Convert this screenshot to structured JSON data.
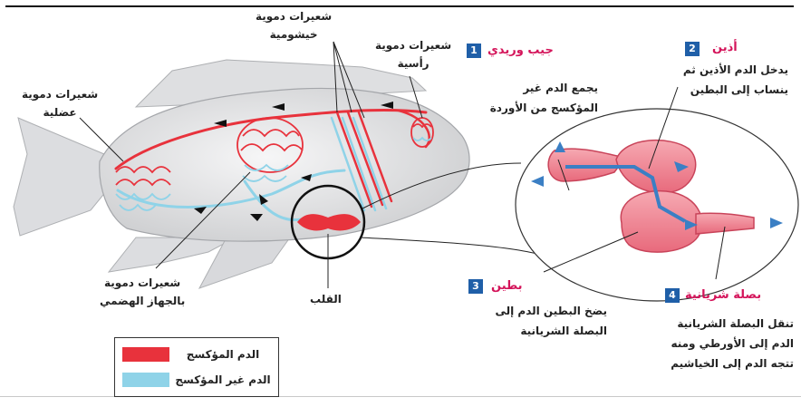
{
  "labels": {
    "muscle_capillaries": [
      "شعيرات دموية",
      "عضلية"
    ],
    "gill_capillaries": [
      "شعيرات دموية",
      "خيشومية"
    ],
    "head_capillaries": [
      "شعيرات دموية",
      "رأسية"
    ],
    "digestive_capillaries": [
      "شعيرات دموية",
      "بالجهاز الهضمي"
    ],
    "heart": "القلب"
  },
  "steps": [
    {
      "number": "1",
      "title": "جيب وريدي",
      "lines": [
        "يجمع الدم غير",
        "المؤكسج من الأوردة"
      ]
    },
    {
      "number": "2",
      "title": "أذين",
      "lines": [
        "يدخل الدم الأذين ثم",
        "ينساب إلى البطين"
      ]
    },
    {
      "number": "3",
      "title": "بطين",
      "lines": [
        "يضخ البطين الدم إلى",
        "البصلة الشريانية"
      ]
    },
    {
      "number": "4",
      "title": "بصلة شريانية",
      "lines": [
        "تنقل البصلة الشريانية",
        "الدم إلى الأورطي ومنه",
        "تتجه الدم إلى الخياشيم"
      ]
    }
  ],
  "legend": {
    "oxygenated": "الدم المؤكسج",
    "deoxygenated": "الدم غير المؤكسج"
  },
  "colors": {
    "oxygenated": "#e8323c",
    "deoxygenated": "#8fd3e8",
    "step_title": "#d4145a",
    "badge": "#1f5fa8",
    "fish_body": "#e9e9ea"
  }
}
